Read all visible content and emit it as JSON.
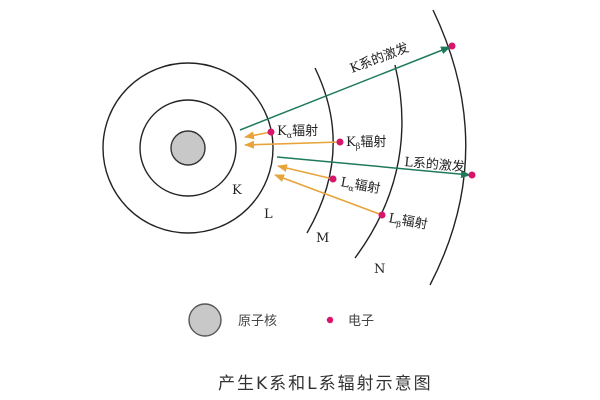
{
  "diagram": {
    "title": "产生K系和L系辐射示意图",
    "shells": [
      {
        "id": "K",
        "label": "K"
      },
      {
        "id": "L",
        "label": "L"
      },
      {
        "id": "M",
        "label": "M"
      },
      {
        "id": "N",
        "label": "N"
      }
    ],
    "transitions": {
      "k_excitation": "K系的激发",
      "l_excitation": "L系的激发",
      "k_alpha_prefix": "K",
      "k_alpha_sub": "α",
      "k_beta_prefix": "K",
      "k_beta_sub": "β",
      "l_alpha_prefix": "L",
      "l_alpha_sub": "α",
      "l_beta_prefix": "L",
      "l_beta_sub": "β",
      "radiation_suffix": "辐射"
    },
    "legend": {
      "nucleus": "原子核",
      "electron": "电子"
    },
    "colors": {
      "excitation": "#1f7a5a",
      "radiation": "#e8a33a",
      "electron": "#d6156b",
      "nucleus_fill": "#c8c8c8",
      "shell": "#222222"
    }
  }
}
